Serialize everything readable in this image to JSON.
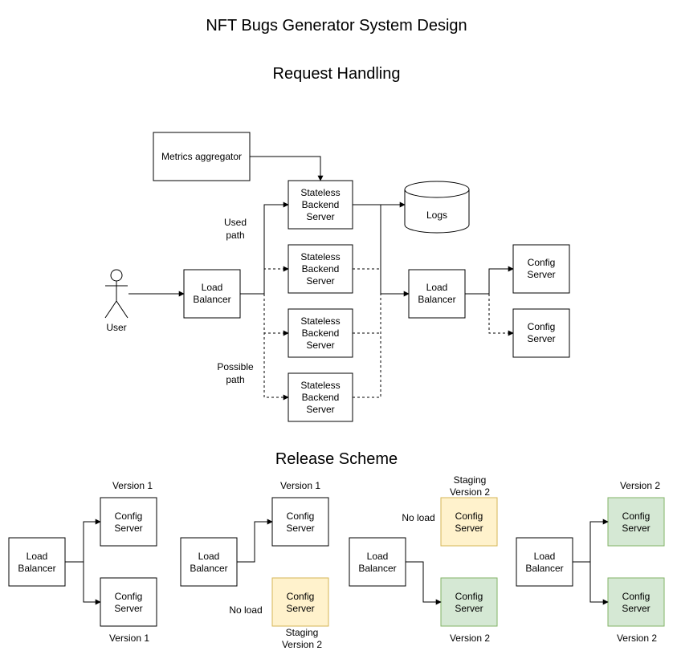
{
  "title": "NFT Bugs Generator System Design",
  "sections": {
    "request_handling": "Request Handling",
    "release_scheme": "Release Scheme"
  },
  "request": {
    "user": "User",
    "metrics": "Metrics aggregator",
    "logs": "Logs",
    "lb_in": [
      "Load",
      "Balancer"
    ],
    "lb_out": [
      "Load",
      "Balancer"
    ],
    "backend": [
      "Stateless",
      "Backend",
      "Server"
    ],
    "config": [
      "Config",
      "Server"
    ],
    "used_path": [
      "Used",
      "path"
    ],
    "possible_path": [
      "Possible",
      "path"
    ]
  },
  "release": {
    "load_balancer": [
      "Load",
      "Balancer"
    ],
    "config": [
      "Config",
      "Server"
    ],
    "version1": "Version 1",
    "version2": "Version 2",
    "staging": [
      "Staging",
      "Version 2"
    ],
    "no_load": "No load"
  },
  "colors": {
    "staging_fill": "#fff2cc",
    "staging_stroke": "#d6b656",
    "live_fill": "#d5e8d4",
    "live_stroke": "#82b366"
  }
}
